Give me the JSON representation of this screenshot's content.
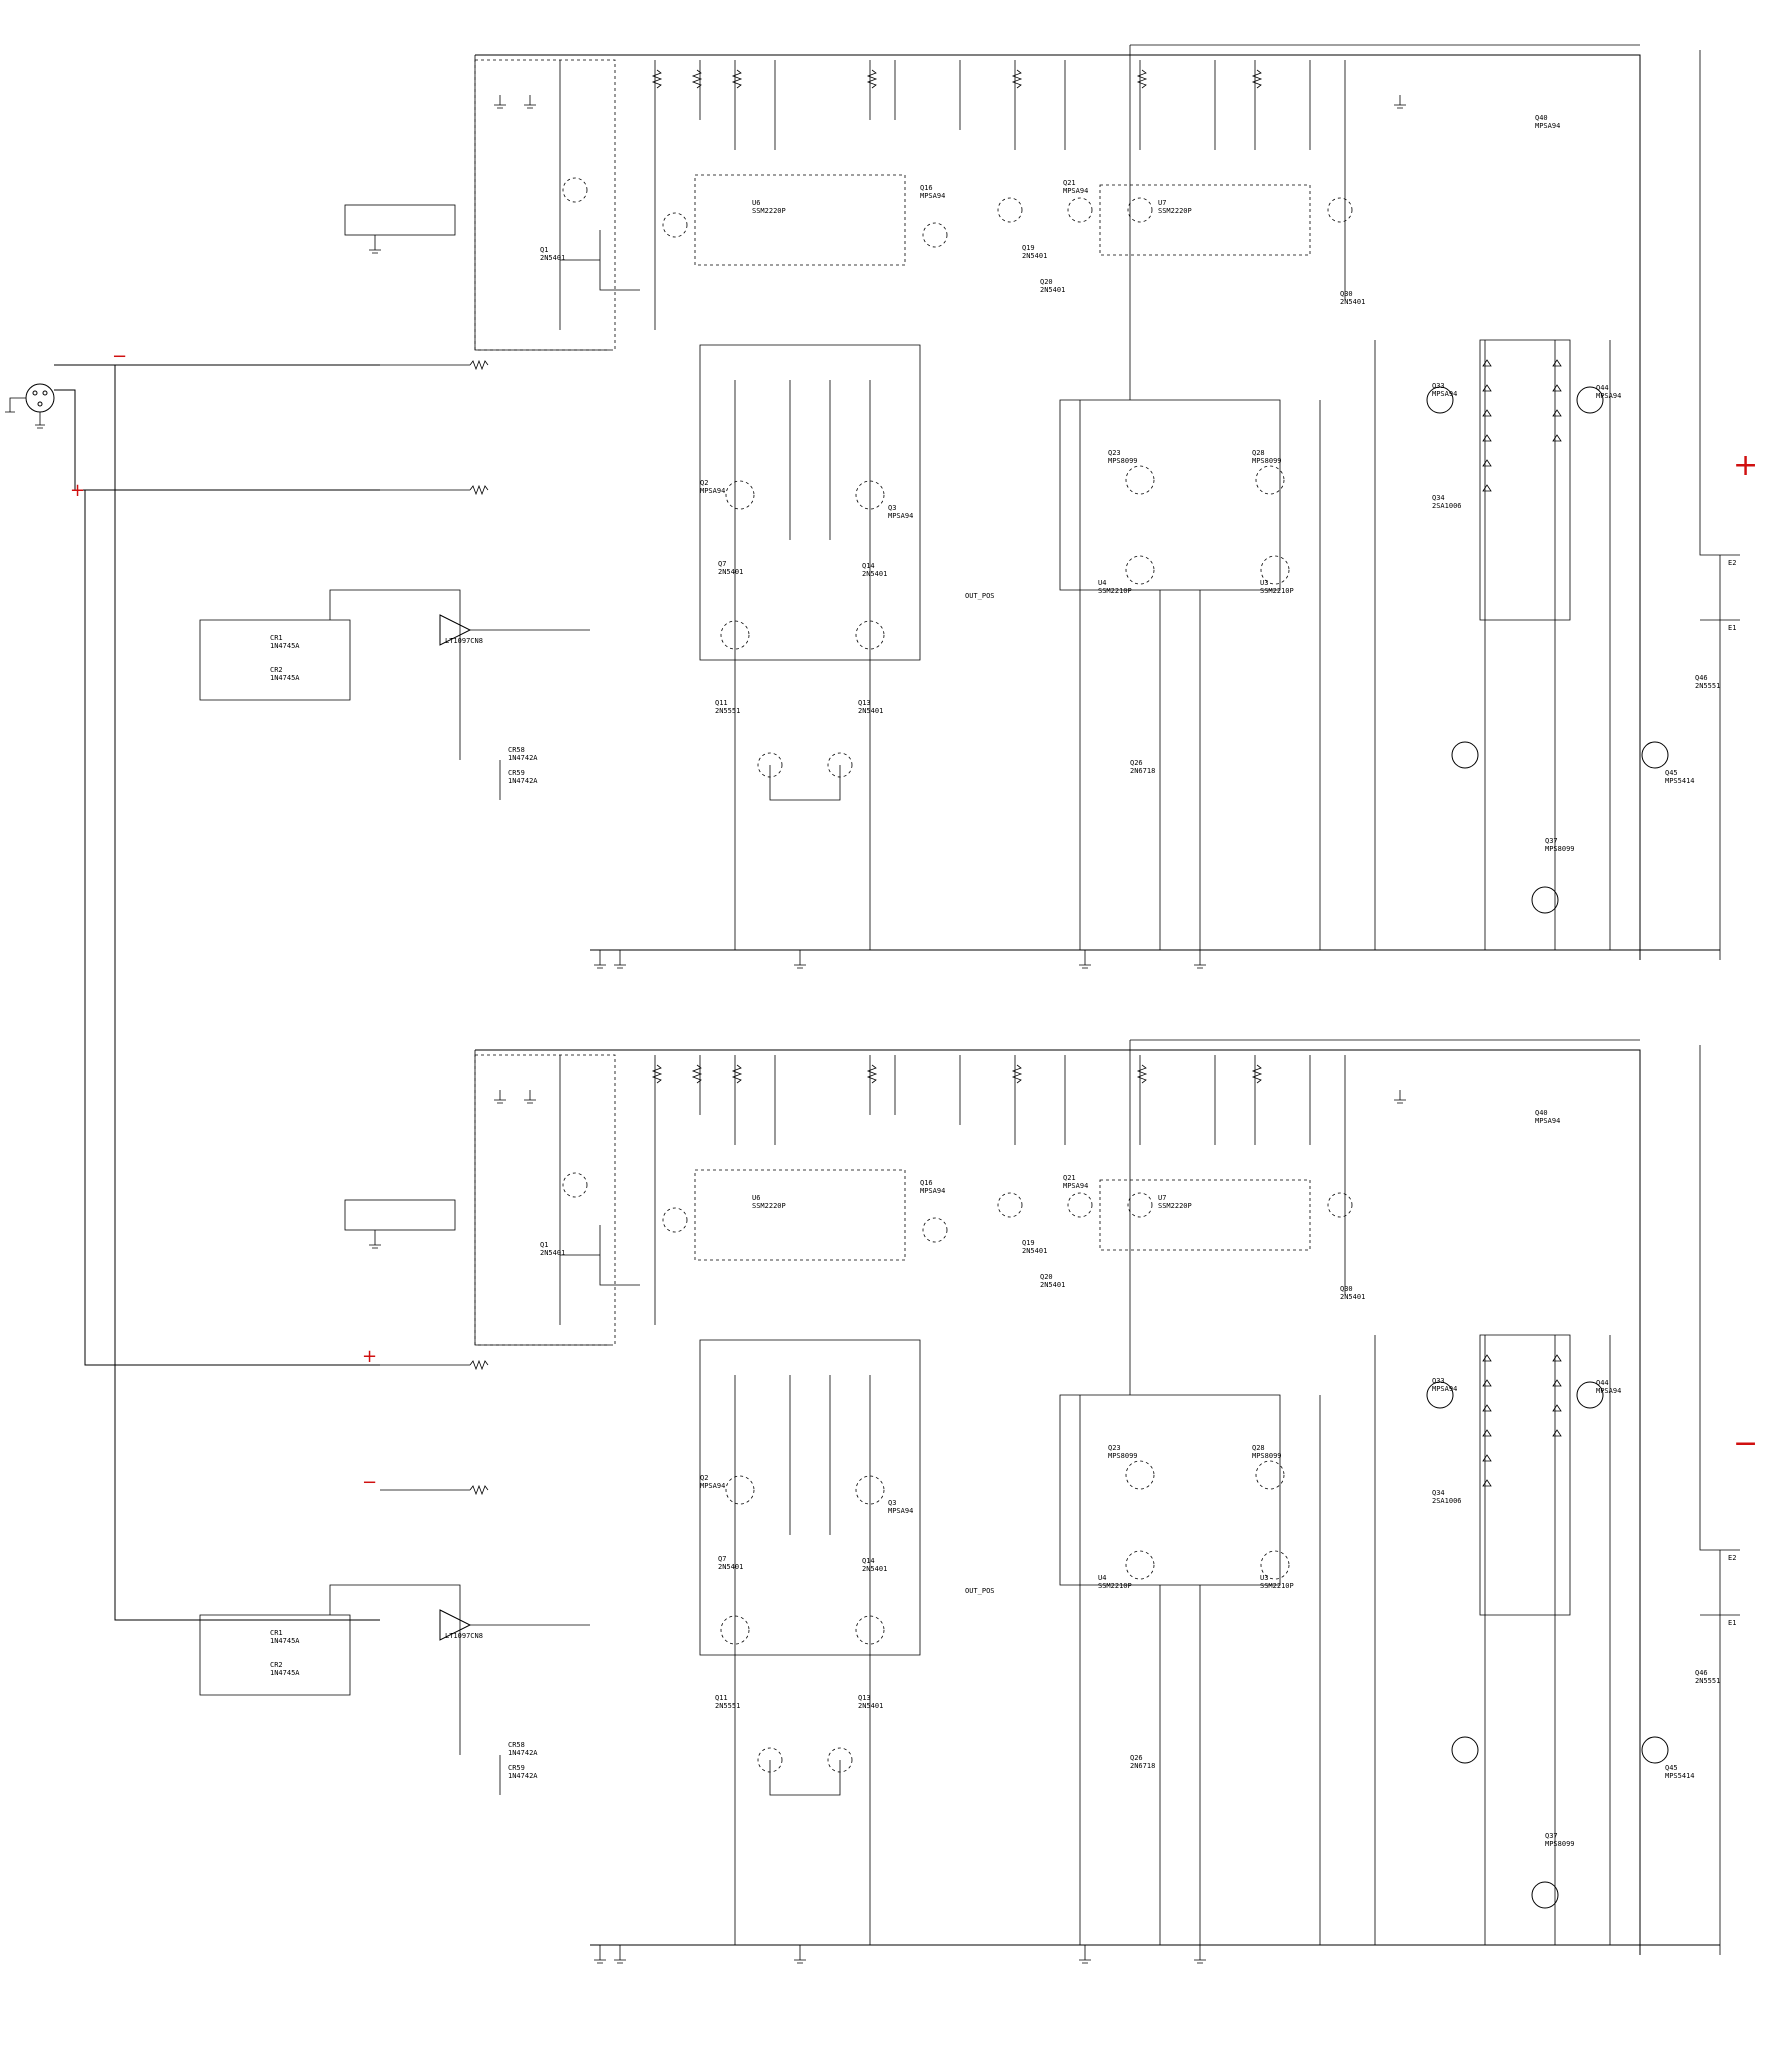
{
  "signs": {
    "top_left_minus": "−",
    "top_left_plus": "+",
    "top_right_plus": "+",
    "bot_left_plus": "+",
    "bot_left_minus": "−",
    "bot_right_minus": "−"
  },
  "channels": [
    {
      "opamp_label": "LT1097CN8",
      "out_pos_label": "OUT_POS",
      "output_terminals": [
        "E2",
        "E1"
      ],
      "part_labels": [
        {
          "ref": "Q1",
          "part": "2N5401"
        },
        {
          "ref": "Q2",
          "part": "MPSA94"
        },
        {
          "ref": "Q3",
          "part": "MPSA94"
        },
        {
          "ref": "Q7",
          "part": "2N5401"
        },
        {
          "ref": "Q11",
          "part": "2N5551"
        },
        {
          "ref": "Q13",
          "part": "2N5401"
        },
        {
          "ref": "Q14",
          "part": "2N5401"
        },
        {
          "ref": "Q16",
          "part": "MPSA94"
        },
        {
          "ref": "Q19",
          "part": "2N5401"
        },
        {
          "ref": "Q20",
          "part": "2N5401"
        },
        {
          "ref": "Q21",
          "part": "MPSA94"
        },
        {
          "ref": "Q23",
          "part": "MPS8099"
        },
        {
          "ref": "Q26",
          "part": "2N6718"
        },
        {
          "ref": "Q28",
          "part": "MPS8099"
        },
        {
          "ref": "Q30",
          "part": "2N5401"
        },
        {
          "ref": "Q33",
          "part": "MPSA94"
        },
        {
          "ref": "Q34",
          "part": "2SA1006"
        },
        {
          "ref": "Q37",
          "part": "MPS8099"
        },
        {
          "ref": "Q40",
          "part": "MPSA94"
        },
        {
          "ref": "Q44",
          "part": "MPSA94"
        },
        {
          "ref": "Q45",
          "part": "MPS5414"
        },
        {
          "ref": "Q46",
          "part": "2N5551"
        },
        {
          "ref": "U3",
          "part": "SSM2210P"
        },
        {
          "ref": "U4",
          "part": "SSM2210P"
        },
        {
          "ref": "U6",
          "part": "SSM2220P"
        },
        {
          "ref": "U7",
          "part": "SSM2220P"
        },
        {
          "ref": "CR1",
          "part": "1N4745A"
        },
        {
          "ref": "CR2",
          "part": "1N4745A"
        },
        {
          "ref": "CR58",
          "part": "1N4742A"
        },
        {
          "ref": "CR59",
          "part": "1N4742A"
        }
      ]
    },
    {
      "opamp_label": "LT1097CN8",
      "out_pos_label": "OUT_POS",
      "output_terminals": [
        "E2",
        "E1"
      ],
      "part_labels": [
        {
          "ref": "Q1",
          "part": "2N5401"
        },
        {
          "ref": "Q2",
          "part": "MPSA94"
        },
        {
          "ref": "Q3",
          "part": "MPSA94"
        },
        {
          "ref": "Q7",
          "part": "2N5401"
        },
        {
          "ref": "Q11",
          "part": "2N5551"
        },
        {
          "ref": "Q13",
          "part": "2N5401"
        },
        {
          "ref": "Q14",
          "part": "2N5401"
        },
        {
          "ref": "Q16",
          "part": "MPSA94"
        },
        {
          "ref": "Q19",
          "part": "2N5401"
        },
        {
          "ref": "Q20",
          "part": "2N5401"
        },
        {
          "ref": "Q21",
          "part": "MPSA94"
        },
        {
          "ref": "Q23",
          "part": "MPS8099"
        },
        {
          "ref": "Q26",
          "part": "2N6718"
        },
        {
          "ref": "Q28",
          "part": "MPS8099"
        },
        {
          "ref": "Q30",
          "part": "2N5401"
        },
        {
          "ref": "Q33",
          "part": "MPSA94"
        },
        {
          "ref": "Q34",
          "part": "2SA1006"
        },
        {
          "ref": "Q37",
          "part": "MPS8099"
        },
        {
          "ref": "Q40",
          "part": "MPSA94"
        },
        {
          "ref": "Q44",
          "part": "MPSA94"
        },
        {
          "ref": "Q45",
          "part": "MPS5414"
        },
        {
          "ref": "Q46",
          "part": "2N5551"
        },
        {
          "ref": "U3",
          "part": "SSM2210P"
        },
        {
          "ref": "U4",
          "part": "SSM2210P"
        },
        {
          "ref": "U6",
          "part": "SSM2220P"
        },
        {
          "ref": "U7",
          "part": "SSM2220P"
        },
        {
          "ref": "CR1",
          "part": "1N4745A"
        },
        {
          "ref": "CR2",
          "part": "1N4745A"
        },
        {
          "ref": "CR58",
          "part": "1N4742A"
        },
        {
          "ref": "CR59",
          "part": "1N4742A"
        }
      ]
    }
  ]
}
